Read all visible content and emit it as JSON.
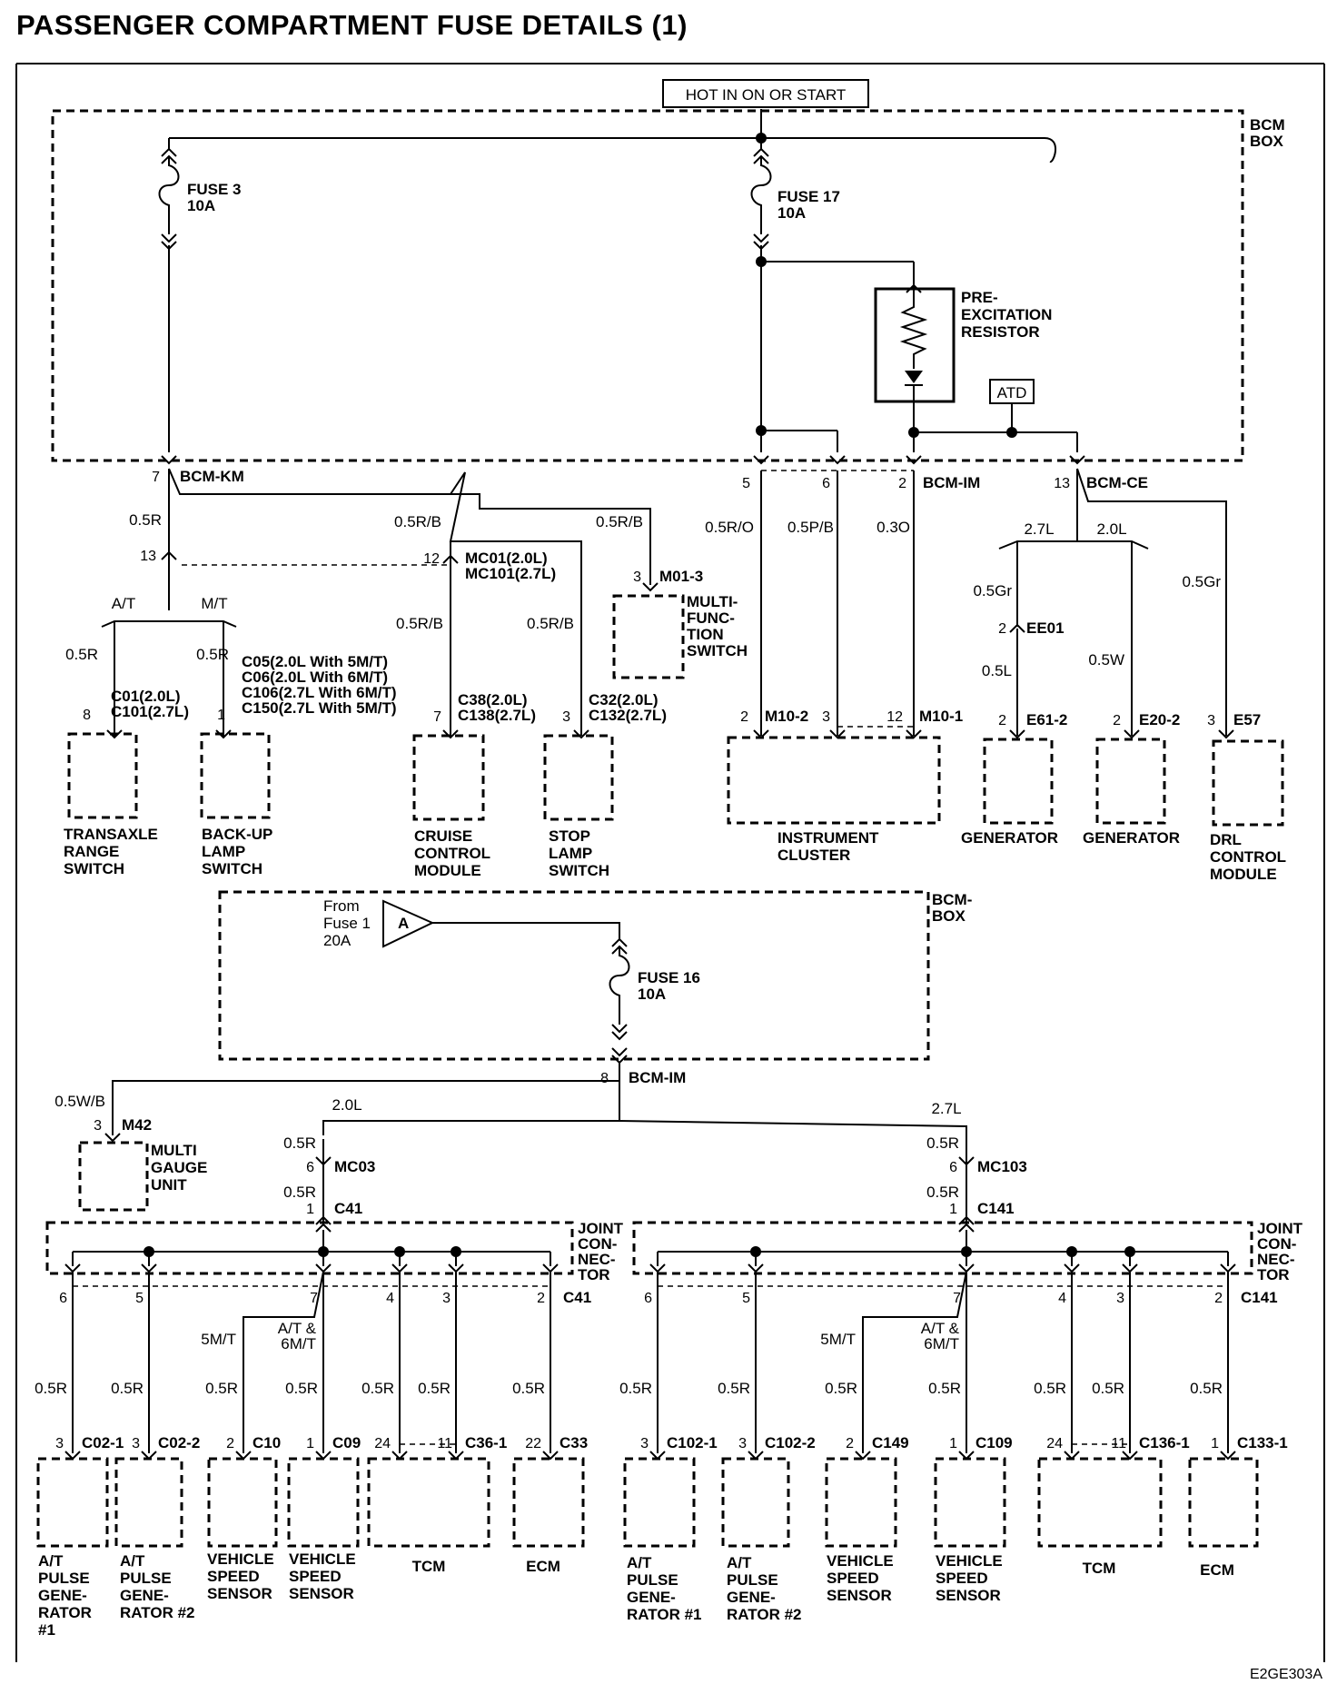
{
  "title": "PASSENGER COMPARTMENT FUSE DETAILS (1)",
  "code": "E2GE303A",
  "hot_label": "HOT IN ON OR START",
  "bcm_box": "BCM\nBOX",
  "bcm_box2": "BCM-\nBOX",
  "fuse3": [
    "FUSE 3",
    "10A"
  ],
  "fuse17": [
    "FUSE 17",
    "10A"
  ],
  "fuse16": [
    "FUSE 16",
    "10A"
  ],
  "from_fuse": [
    "From",
    "Fuse 1",
    "20A"
  ],
  "connector_a": "A",
  "resistor": [
    "PRE-",
    "EXCITATION",
    "RESISTOR"
  ],
  "atd": "ATD",
  "top": {
    "bcm_km": "BCM-KM",
    "bcm_im": "BCM-IM",
    "bcm_ce": "BCM-CE",
    "pin7": "7",
    "pin5": "5",
    "pin6": "6",
    "pin2": "2",
    "pin13": "13",
    "w_05r": "0.5R",
    "w_05rb_1": "0.5R/B",
    "w_05rb_2": "0.5R/B",
    "w_05rb_3": "0.5R/B",
    "w_05rb_4": "0.5R/B",
    "w_05ro": "0.5R/O",
    "w_05pb": "0.5P/B",
    "w_03o": "0.3O",
    "w_27l": "2.7L",
    "w_20l": "2.0L",
    "w_05gr_1": "0.5Gr",
    "w_05gr_2": "0.5Gr",
    "w_05l": "0.5L",
    "w_05w": "0.5W",
    "j13": "13",
    "at": "A/T",
    "mt": "M/T",
    "w_05r_a": "0.5R",
    "w_05r_b": "0.5R",
    "mc01_pin": "12",
    "mc01": [
      "MC01(2.0L)",
      "MC101(2.7L)"
    ],
    "m013_pin": "3",
    "m013": "M01-3",
    "multifunc": [
      "MULTI-",
      "FUNC-",
      "TION",
      "SWITCH"
    ],
    "c01_pin": "8",
    "c01": [
      "C01(2.0L)",
      "C101(2.7L)"
    ],
    "c05_pin": "1",
    "c05": [
      "C05(2.0L With 5M/T)",
      "C06(2.0L With 6M/T)",
      "C106(2.7L With 6M/T)",
      "C150(2.7L With 5M/T)"
    ],
    "c38_pin": "7",
    "c38": [
      "C38(2.0L)",
      "C138(2.7L)"
    ],
    "c32_pin": "3",
    "c32": [
      "C32(2.0L)",
      "C132(2.7L)"
    ],
    "m102_pin": "2",
    "m102": "M10-2",
    "m102_pin2": "3",
    "m101_pin": "12",
    "m101": "M10-1",
    "ee01_pin": "2",
    "ee01": "EE01",
    "e612_pin": "2",
    "e612": "E61-2",
    "e202_pin": "2",
    "e202": "E20-2",
    "e57_pin": "3",
    "e57": "E57"
  },
  "components_top": {
    "transaxle": [
      "TRANSAXLE",
      "RANGE",
      "SWITCH"
    ],
    "backup": [
      "BACK-UP",
      "LAMP",
      "SWITCH"
    ],
    "cruise": [
      "CRUISE",
      "CONTROL",
      "MODULE"
    ],
    "stop": [
      "STOP",
      "LAMP",
      "SWITCH"
    ],
    "cluster": [
      "INSTRUMENT",
      "CLUSTER"
    ],
    "gen1": "GENERATOR",
    "gen2": "GENERATOR",
    "drl": [
      "DRL",
      "CONTROL",
      "MODULE"
    ]
  },
  "bottom": {
    "pin8": "8",
    "bcm_im": "BCM-IM",
    "w_05wb": "0.5W/B",
    "m42_pin": "3",
    "m42": "M42",
    "multigauge": [
      "MULTI",
      "GAUGE",
      "UNIT"
    ],
    "l20": "2.0L",
    "l27": "2.7L",
    "left": {
      "w1": "0.5R",
      "mc_pin": "6",
      "mc": "MC03",
      "w2": "0.5R",
      "c_pin": "1",
      "c": "C41",
      "joint": [
        "JOINT",
        "CON-",
        "NEC-",
        "TOR"
      ],
      "jpins": [
        "6",
        "5",
        "7",
        "4",
        "3",
        "2"
      ],
      "jconn": "C41",
      "m5t": "5M/T",
      "at6": [
        "A/T &",
        "6M/T"
      ],
      "wires": [
        "0.5R",
        "0.5R",
        "0.5R",
        "0.5R",
        "0.5R",
        "0.5R",
        "0.5R"
      ],
      "conns": [
        [
          "3",
          "C02-1"
        ],
        [
          "3",
          "C02-2"
        ],
        [
          "2",
          "C10"
        ],
        [
          "1",
          "C09"
        ],
        [
          "24",
          "11",
          "C36-1"
        ],
        [
          "22",
          "C33"
        ]
      ],
      "names": [
        [
          "A/T",
          "PULSE",
          "GENE-",
          "RATOR",
          "#1"
        ],
        [
          "A/T",
          "PULSE",
          "GENE-",
          "RATOR #2"
        ],
        [
          "VEHICLE",
          "SPEED",
          "SENSOR"
        ],
        [
          "VEHICLE",
          "SPEED",
          "SENSOR"
        ],
        [
          "TCM"
        ],
        [
          "ECM"
        ]
      ]
    },
    "right": {
      "w1": "0.5R",
      "mc_pin": "6",
      "mc": "MC103",
      "w2": "0.5R",
      "c_pin": "1",
      "c": "C141",
      "joint": [
        "JOINT",
        "CON-",
        "NEC-",
        "TOR"
      ],
      "jpins": [
        "6",
        "5",
        "7",
        "4",
        "3",
        "2"
      ],
      "jconn": "C141",
      "m5t": "5M/T",
      "at6": [
        "A/T &",
        "6M/T"
      ],
      "wires": [
        "0.5R",
        "0.5R",
        "0.5R",
        "0.5R",
        "0.5R",
        "0.5R",
        "0.5R"
      ],
      "conns": [
        [
          "3",
          "C102-1"
        ],
        [
          "3",
          "C102-2"
        ],
        [
          "2",
          "C149"
        ],
        [
          "1",
          "C109"
        ],
        [
          "24",
          "11",
          "C136-1"
        ],
        [
          "1",
          "C133-1"
        ]
      ],
      "names": [
        [
          "A/T",
          "PULSE",
          "GENE-",
          "RATOR #1"
        ],
        [
          "A/T",
          "PULSE",
          "GENE-",
          "RATOR #2"
        ],
        [
          "VEHICLE",
          "SPEED",
          "SENSOR"
        ],
        [
          "VEHICLE",
          "SPEED",
          "SENSOR"
        ],
        [
          "TCM"
        ],
        [
          "ECM"
        ]
      ]
    }
  }
}
